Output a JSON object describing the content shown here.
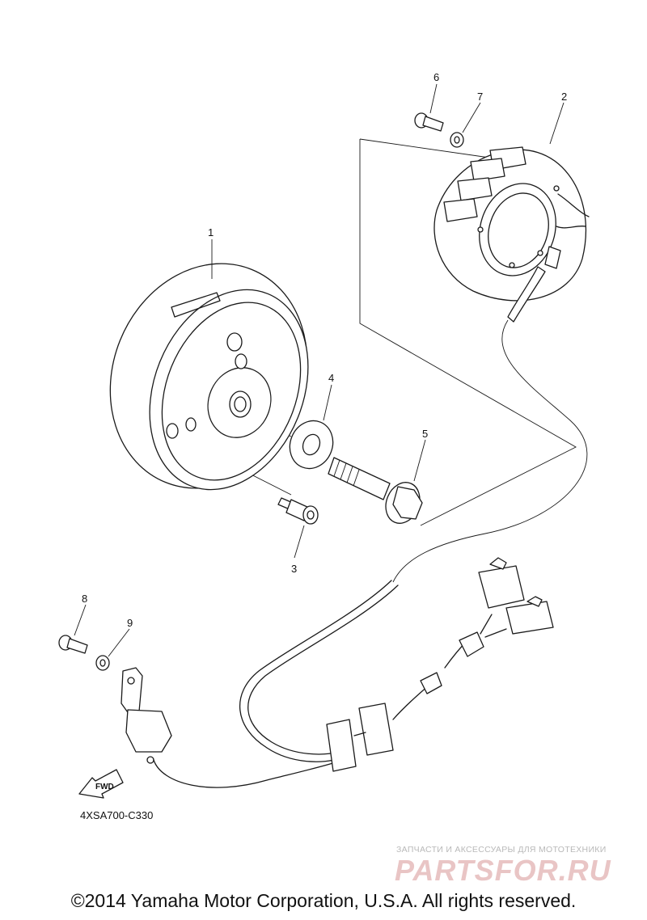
{
  "callouts": [
    "1",
    "2",
    "3",
    "4",
    "5",
    "6",
    "7",
    "8",
    "9"
  ],
  "fwd_label": "FWD",
  "reference_code": "4XSA700-C330",
  "watermark": {
    "tagline": "ЗАПЧАСТИ И АКСЕССУАРЫ ДЛЯ МОТОТЕХНИКИ",
    "logo": "PARTSFOR.RU"
  },
  "copyright": "©2014 Yamaha Motor Corporation, U.S.A. All rights reserved."
}
